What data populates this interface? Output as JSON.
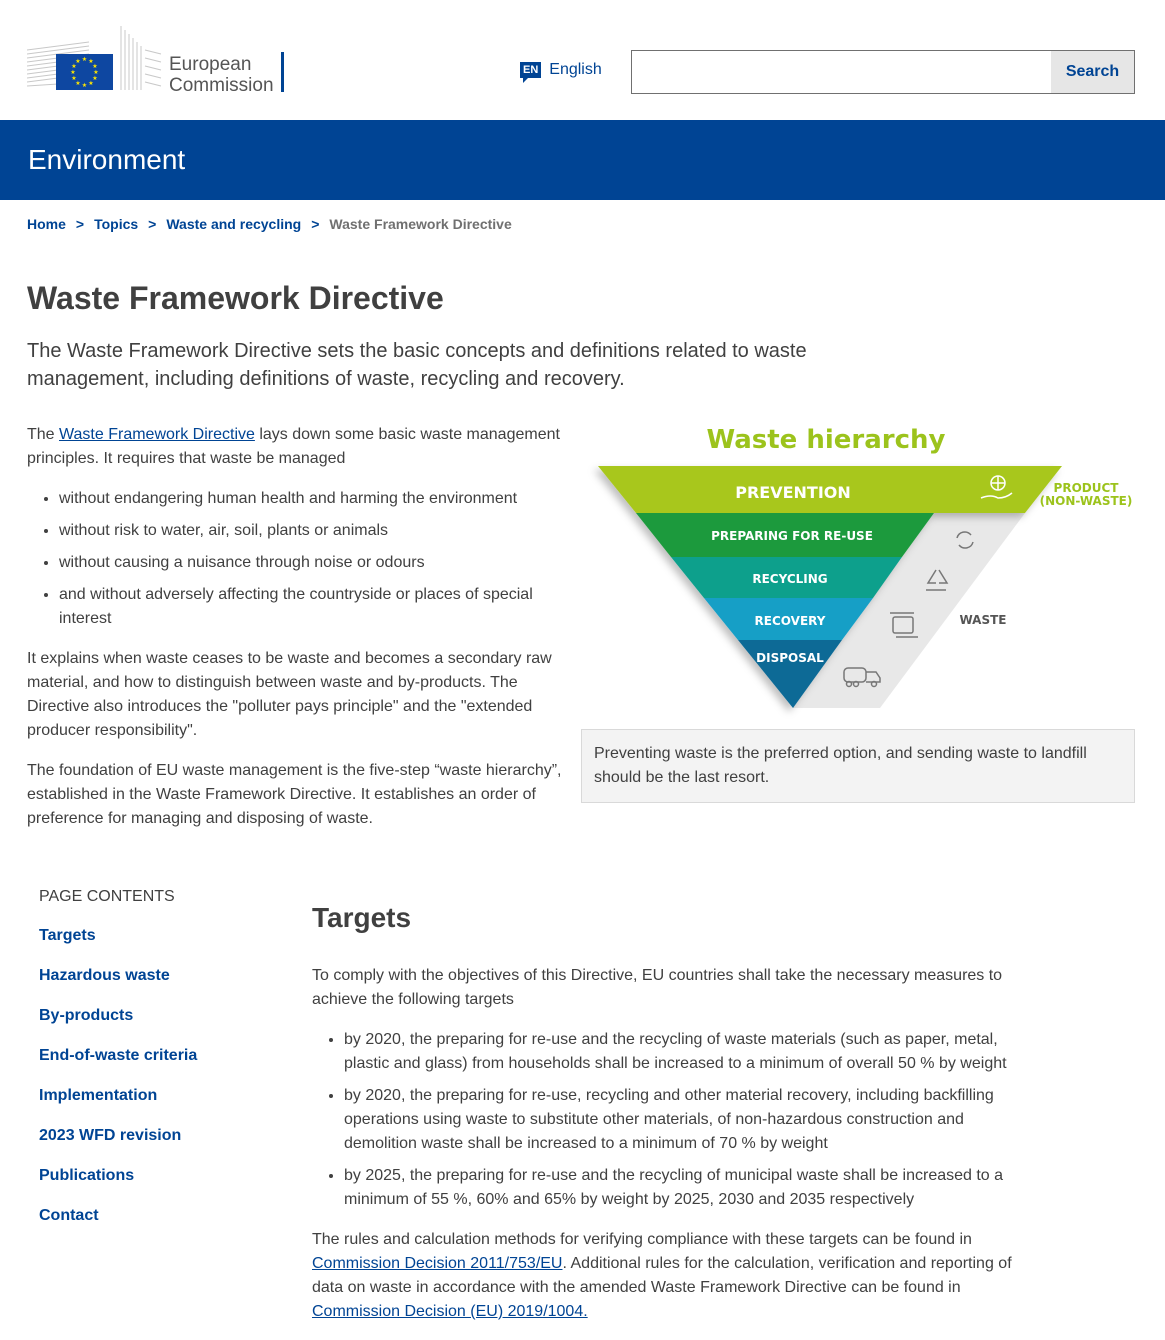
{
  "header": {
    "logo_line1": "European",
    "logo_line2": "Commission",
    "lang_code": "EN",
    "lang_label": "English",
    "search_placeholder": "",
    "search_button": "Search"
  },
  "site_title": "Environment",
  "breadcrumb": [
    "Home",
    "Topics",
    "Waste and recycling",
    "Waste Framework Directive"
  ],
  "page_title": "Waste Framework Directive",
  "lead": "The Waste Framework Directive sets the basic concepts and definitions related to waste management, including definitions of waste, recycling and recovery.",
  "intro": {
    "p1_pre": "The ",
    "p1_link": "Waste Framework Directive",
    "p1_post": " lays down some basic waste management principles. It requires that waste be managed",
    "bullets": [
      "without endangering human health and harming the environment",
      "without risk to water, air, soil, plants or animals",
      "without causing a nuisance through noise or odours",
      "and without adversely affecting the countryside or places of special interest"
    ],
    "p2": "It explains when waste ceases to be waste and becomes a secondary raw material, and how to distinguish between waste and by-products. The Directive also introduces the \"polluter pays principle\" and the \"extended producer responsibility\".",
    "p3": "The foundation of EU waste management is the five-step “waste hierarchy”, established in the Waste Framework Directive. It establishes an order of preference for managing and disposing of waste."
  },
  "figure": {
    "title": "Waste hierarchy",
    "levels": [
      "PREVENTION",
      "PREPARING FOR RE-USE",
      "RECYCLING",
      "RECOVERY",
      "DISPOSAL"
    ],
    "product_label_1": "PRODUCT",
    "product_label_2": "(NON-WASTE)",
    "waste_label": "WASTE",
    "caption": "Preventing waste is the preferred option, and sending waste to landfill should be the last resort.",
    "colors": {
      "title": "#9cc31c",
      "prevention": "#a8c71e",
      "reuse": "#1f9a3d",
      "recycling": "#11a08c",
      "recovery": "#179fc6",
      "disposal": "#0e6b96"
    }
  },
  "toc": {
    "heading": "PAGE CONTENTS",
    "items": [
      "Targets",
      "Hazardous waste",
      "By-products",
      "End-of-waste criteria",
      "Implementation",
      "2023 WFD revision",
      "Publications",
      "Contact"
    ]
  },
  "targets": {
    "heading": "Targets",
    "intro": "To comply with the objectives of this Directive, EU countries shall take the necessary measures to achieve the following targets",
    "bullets": [
      "by 2020, the preparing for re-use and the recycling of waste materials (such as paper, metal, plastic and glass) from households shall be increased to a minimum of overall 50 % by weight",
      "by 2020, the preparing for re-use, recycling and other material recovery, including backfilling operations using waste to substitute other materials, of non-hazardous construction and demolition waste shall be increased to a minimum of 70 % by weight",
      "by 2025, the preparing for re-use and the recycling of municipal waste shall be increased to a minimum of 55 %, 60% and 65% by weight by 2025, 2030 and 2035 respectively"
    ],
    "p_pre": "The rules and calculation methods for verifying compliance with these targets can be found in ",
    "link1": "Commission Decision 2011/753/EU",
    "p_mid": ". Additional rules for the calculation, verification and reporting of data on waste in accordance with the amended Waste Framework Directive can be found in ",
    "link2": "Commission Decision (EU) 2019/1004."
  }
}
